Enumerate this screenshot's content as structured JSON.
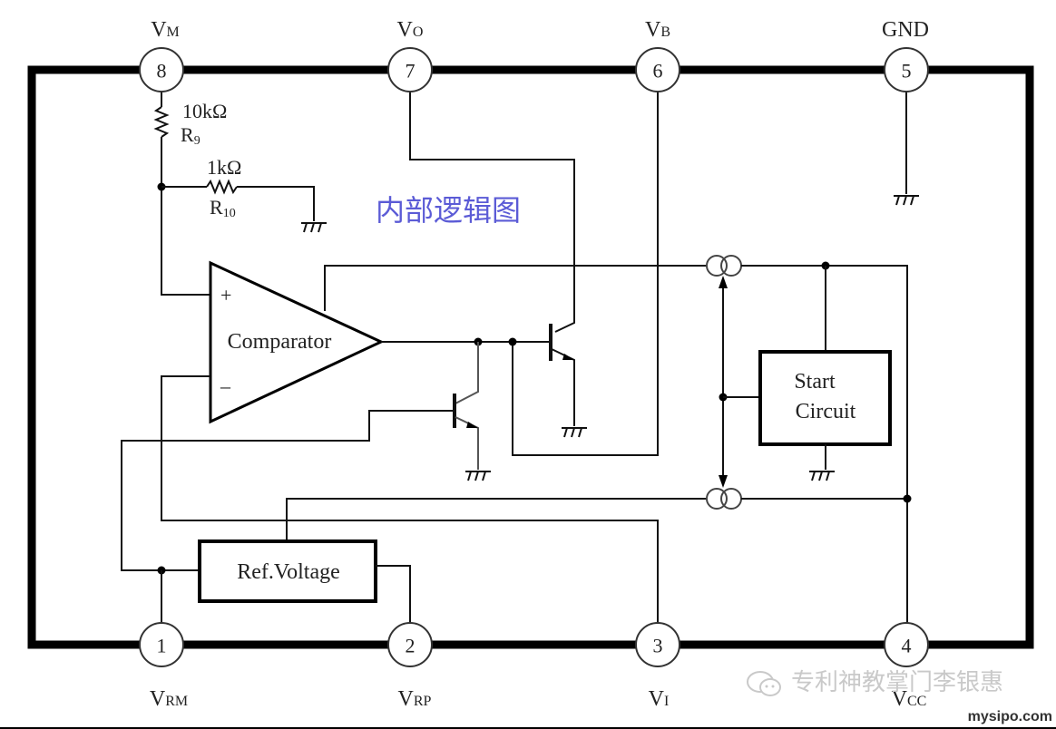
{
  "title": "内部逻辑图",
  "pins": [
    {
      "number": "8",
      "label": "V",
      "sub": "M",
      "side": "top"
    },
    {
      "number": "7",
      "label": "V",
      "sub": "O",
      "side": "top"
    },
    {
      "number": "6",
      "label": "V",
      "sub": "B",
      "side": "top"
    },
    {
      "number": "5",
      "label": "GND",
      "sub": "",
      "side": "top"
    },
    {
      "number": "1",
      "label": "V",
      "sub": "RM",
      "side": "bottom"
    },
    {
      "number": "2",
      "label": "V",
      "sub": "RP",
      "side": "bottom"
    },
    {
      "number": "3",
      "label": "V",
      "sub": "I",
      "side": "bottom"
    },
    {
      "number": "4",
      "label": "V",
      "sub": "CC",
      "side": "bottom"
    }
  ],
  "components": {
    "r9": {
      "value": "10kΩ",
      "name": "R",
      "sub": "9"
    },
    "r10": {
      "value": "1kΩ",
      "name": "R",
      "sub": "10"
    },
    "comparator": {
      "label": "Comparator",
      "plus": "+",
      "minus": "–"
    },
    "start_circuit": {
      "line1": "Start",
      "line2": "Circuit"
    },
    "ref_voltage": {
      "label": "Ref.Voltage"
    }
  },
  "watermark": {
    "icon": "wechat-icon",
    "text": "专利神教掌门李银惠"
  },
  "site": "mysipo.com"
}
